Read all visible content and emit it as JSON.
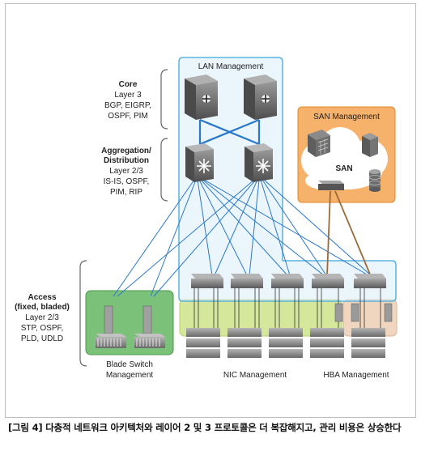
{
  "lan": {
    "title": "LAN Management"
  },
  "san": {
    "title": "SAN Management",
    "cloud_label": "SAN"
  },
  "tiers": {
    "core": {
      "title": "Core",
      "lines": [
        "Layer 3",
        "BGP, EIGRP,",
        "OSPF, PIM"
      ]
    },
    "aggregation": {
      "title": [
        "Aggregation/",
        "Distribution"
      ],
      "lines": [
        "Layer 2/3",
        "IS-IS, OSPF,",
        "PIM, RIP"
      ]
    },
    "access": {
      "title": [
        "Access",
        "(fixed, bladed)"
      ],
      "lines": [
        "Layer 2/3",
        "STP, OSPF,",
        "PLD, UDLD"
      ]
    }
  },
  "bottom_labels": {
    "blade": [
      "Blade Switch",
      "Management"
    ],
    "nic": "NIC Management",
    "hba": "HBA Management"
  },
  "caption": "[그림 4] 다층적 네트워크 아키텍처와 레이어 2 및 3 프로토콜은 더 복잡해지고, 관리 비용은 상승한다",
  "colors": {
    "lan_border": "#5bb3e0",
    "lan_fill": "#daeef9",
    "san_fill": "#f6b26b",
    "san_border": "#e08a2a",
    "blade_fill": "#7cc17a",
    "nic_fill": "#d4e79a",
    "hba_fill": "#f1d6bf",
    "link_blue": "#2a78c8",
    "link_brown": "#9a6a3a"
  }
}
